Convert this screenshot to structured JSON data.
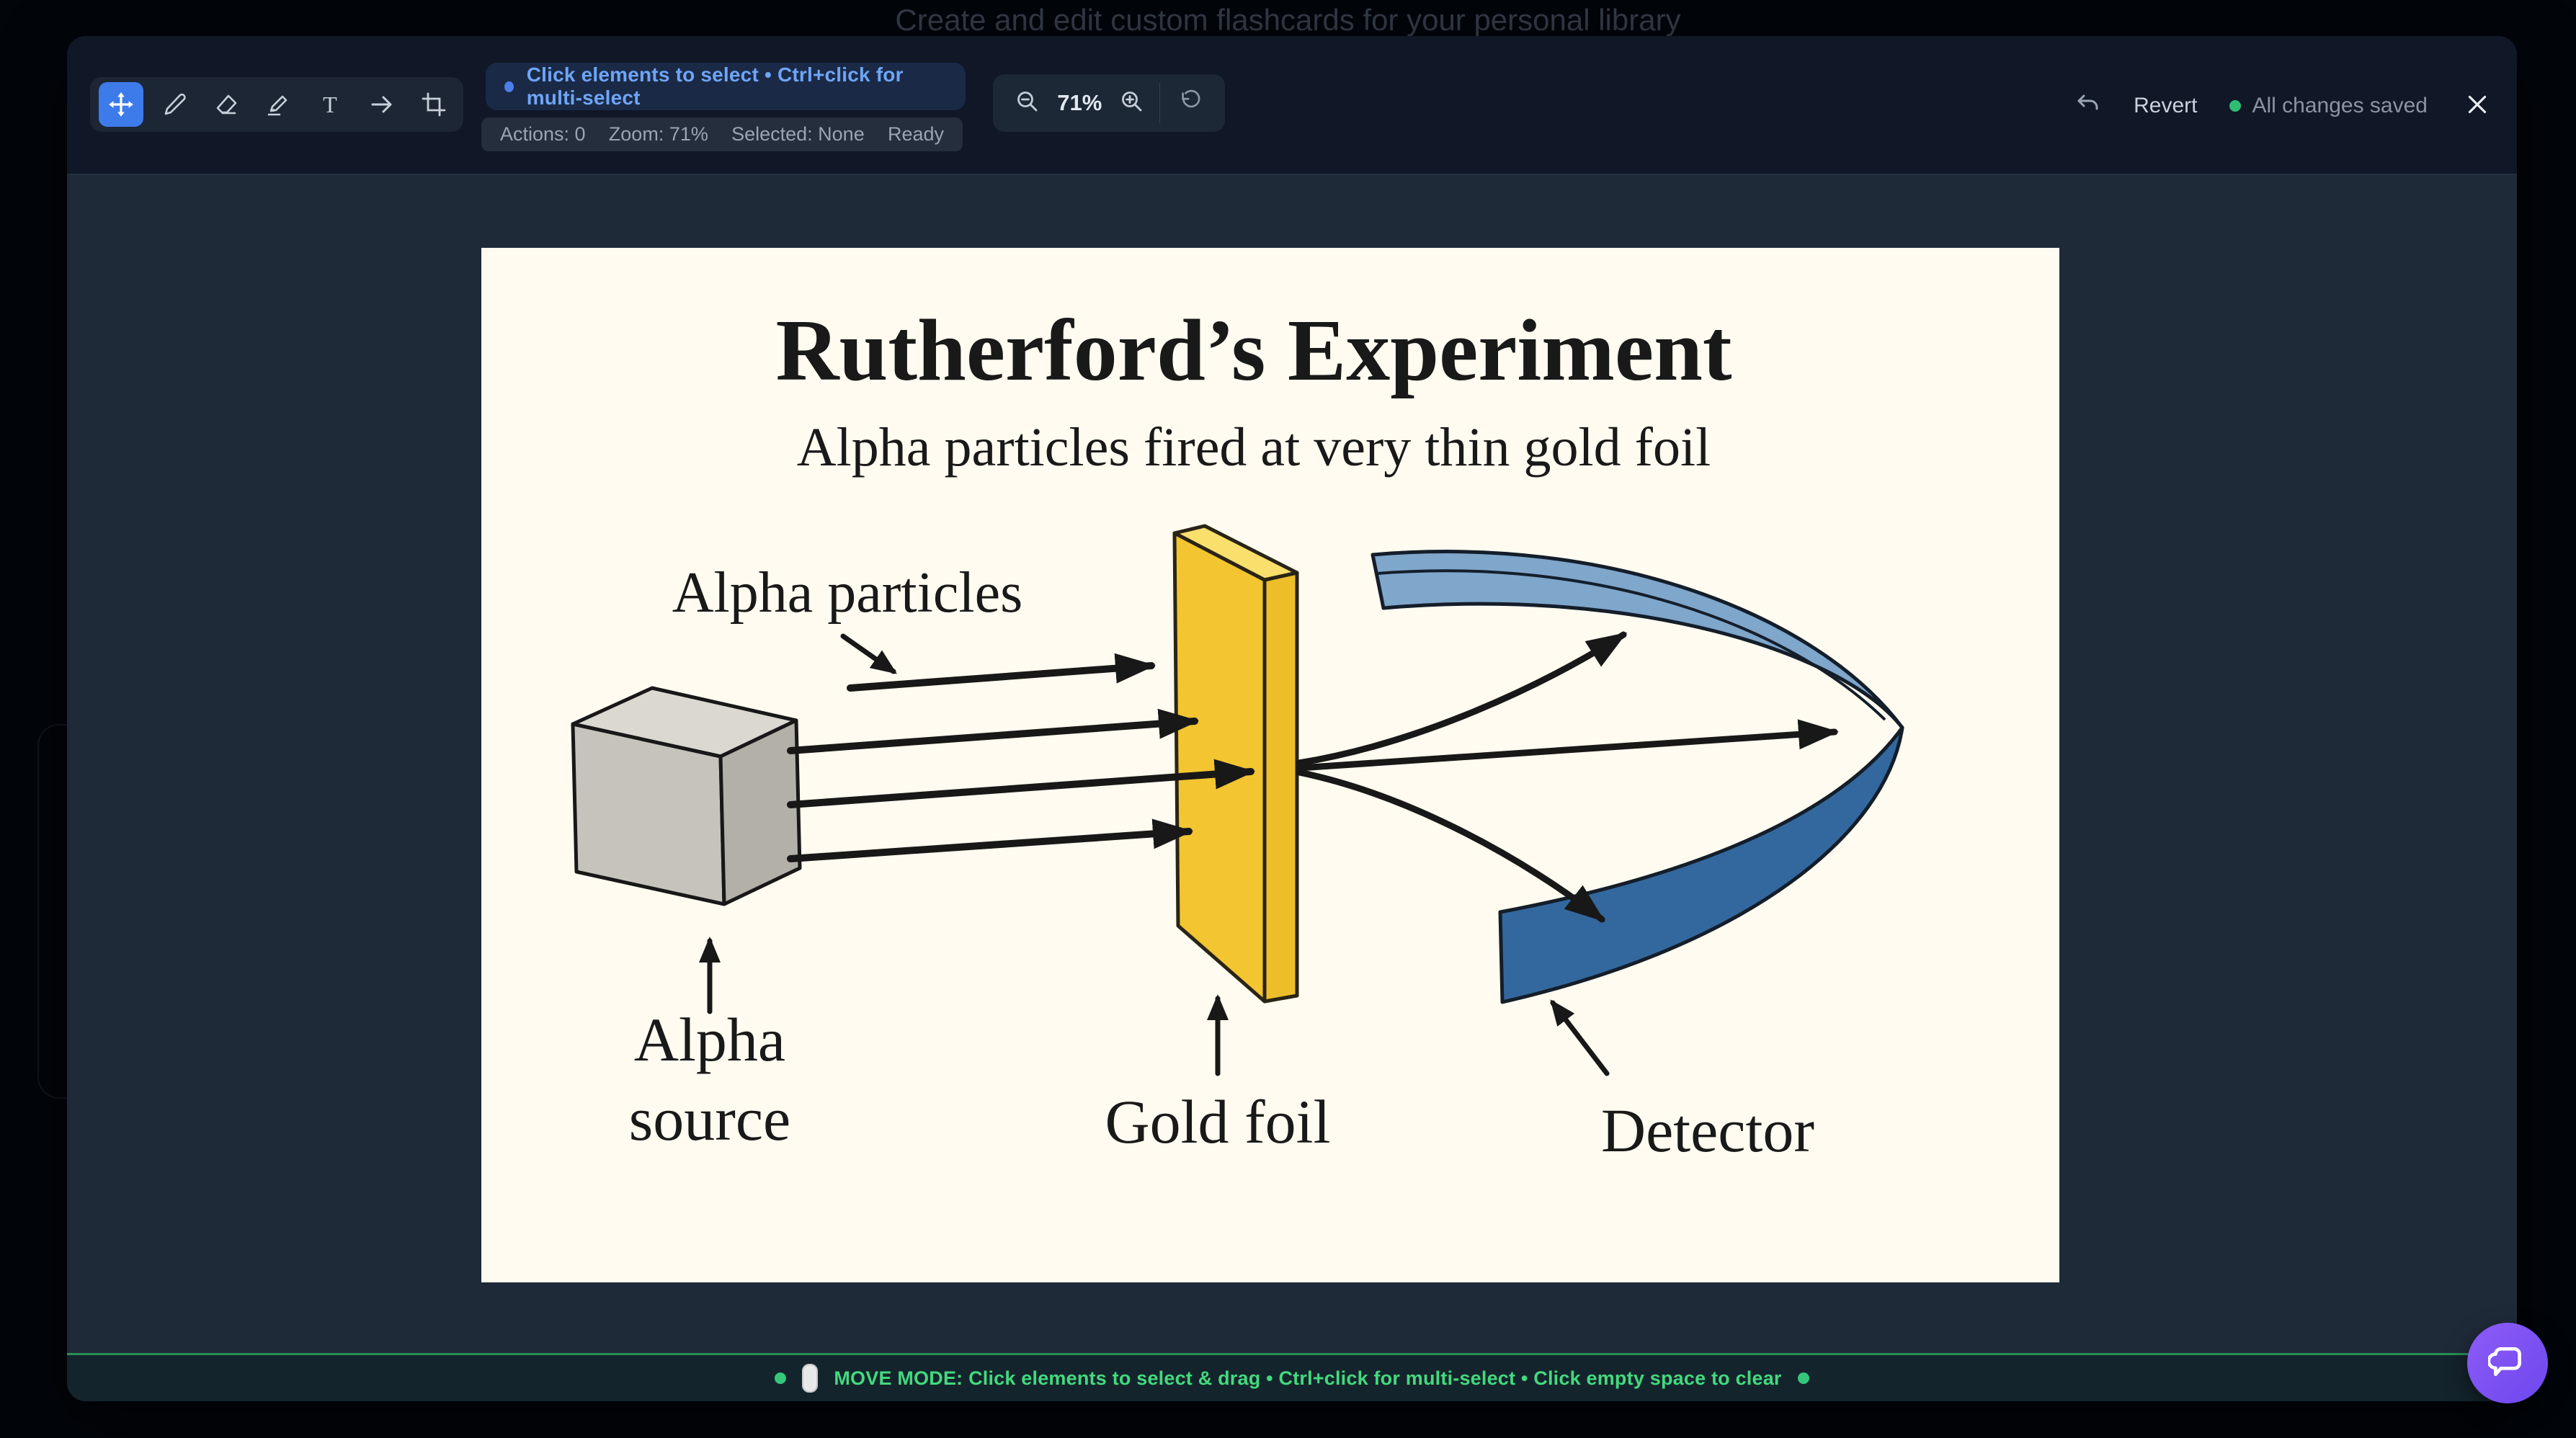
{
  "page": {
    "background_title": "Create and edit custom flashcards for your personal library"
  },
  "editor": {
    "toolbar": {
      "active_tool": "move",
      "tools": [
        "move",
        "pencil",
        "eraser",
        "marker",
        "text",
        "arrow",
        "crop"
      ],
      "text_tool_glyph": "T"
    },
    "status_pill": {
      "text": "Click elements to select • Ctrl+click for multi-select"
    },
    "stats": {
      "actions": "Actions: 0",
      "zoom": "Zoom: 71%",
      "selected": "Selected: None",
      "state": "Ready"
    },
    "zoom_controls": {
      "level": "71%"
    },
    "header_actions": {
      "revert": "Revert",
      "save_status": "All changes saved"
    },
    "footer": {
      "message": "MOVE MODE: Click elements to select & drag • Ctrl+click for multi-select • Click empty space to clear"
    }
  },
  "diagram": {
    "title": "Rutherford’s Experiment",
    "subtitle": "Alpha particles fired at very thin gold foil",
    "labels": {
      "alpha_particles": "Alpha particles",
      "alpha_source_line1": "Alpha",
      "alpha_source_line2": "source",
      "gold_foil": "Gold foil",
      "detector": "Detector"
    }
  },
  "colors": {
    "accent_blue": "#3d7bea",
    "pill_text_blue": "#6fa5f6",
    "saved_green": "#2fbe71",
    "footer_green": "#43d97e",
    "fab_purple": "#7c5cf6",
    "canvas_cream": "#fffbf0",
    "gold_foil": "#f3c530",
    "detector_light": "#7fa6cb",
    "detector_dark": "#33689e"
  }
}
